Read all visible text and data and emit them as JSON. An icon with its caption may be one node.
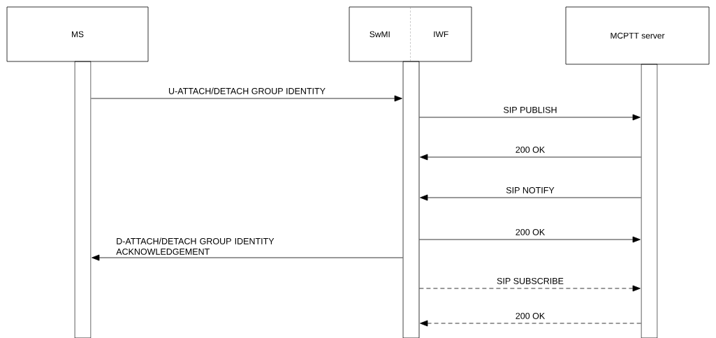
{
  "diagram": {
    "nodes": [
      {
        "text": [
          "MS"
        ]
      },
      {
        "text": [],
        "shape": "bar"
      },
      {
        "text": [
          "SwMI",
          "IWF"
        ]
      },
      {
        "text": [],
        "shape": "bar"
      },
      {
        "text": [
          "MCPTT server"
        ]
      },
      {
        "text": [],
        "shape": "bar"
      }
    ],
    "edges": [
      {
        "from": 1,
        "to": 3,
        "arrow": "to",
        "label": "U-ATTACH/DETACH GROUP IDENTITY"
      },
      {
        "from": 3,
        "to": 5,
        "arrow": "to",
        "label": "SIP PUBLISH"
      },
      {
        "from": 5,
        "to": 3,
        "arrow": "to",
        "label": "200 OK"
      },
      {
        "from": 5,
        "to": 3,
        "arrow": "to",
        "label": "SIP NOTIFY"
      },
      {
        "from": 3,
        "to": 5,
        "arrow": "to",
        "label": "200 OK"
      },
      {
        "from": 3,
        "to": 1,
        "arrow": "to",
        "label": "D-ATTACH/DETACH GROUP IDENTITY ACKNOWLEDGEMENT"
      },
      {
        "from": 3,
        "to": 5,
        "arrow": "to",
        "label": "SIP SUBSCRIBE",
        "style": "dashed"
      },
      {
        "from": 5,
        "to": 3,
        "arrow": "to",
        "label": "200 OK",
        "style": "dashed"
      }
    ]
  }
}
